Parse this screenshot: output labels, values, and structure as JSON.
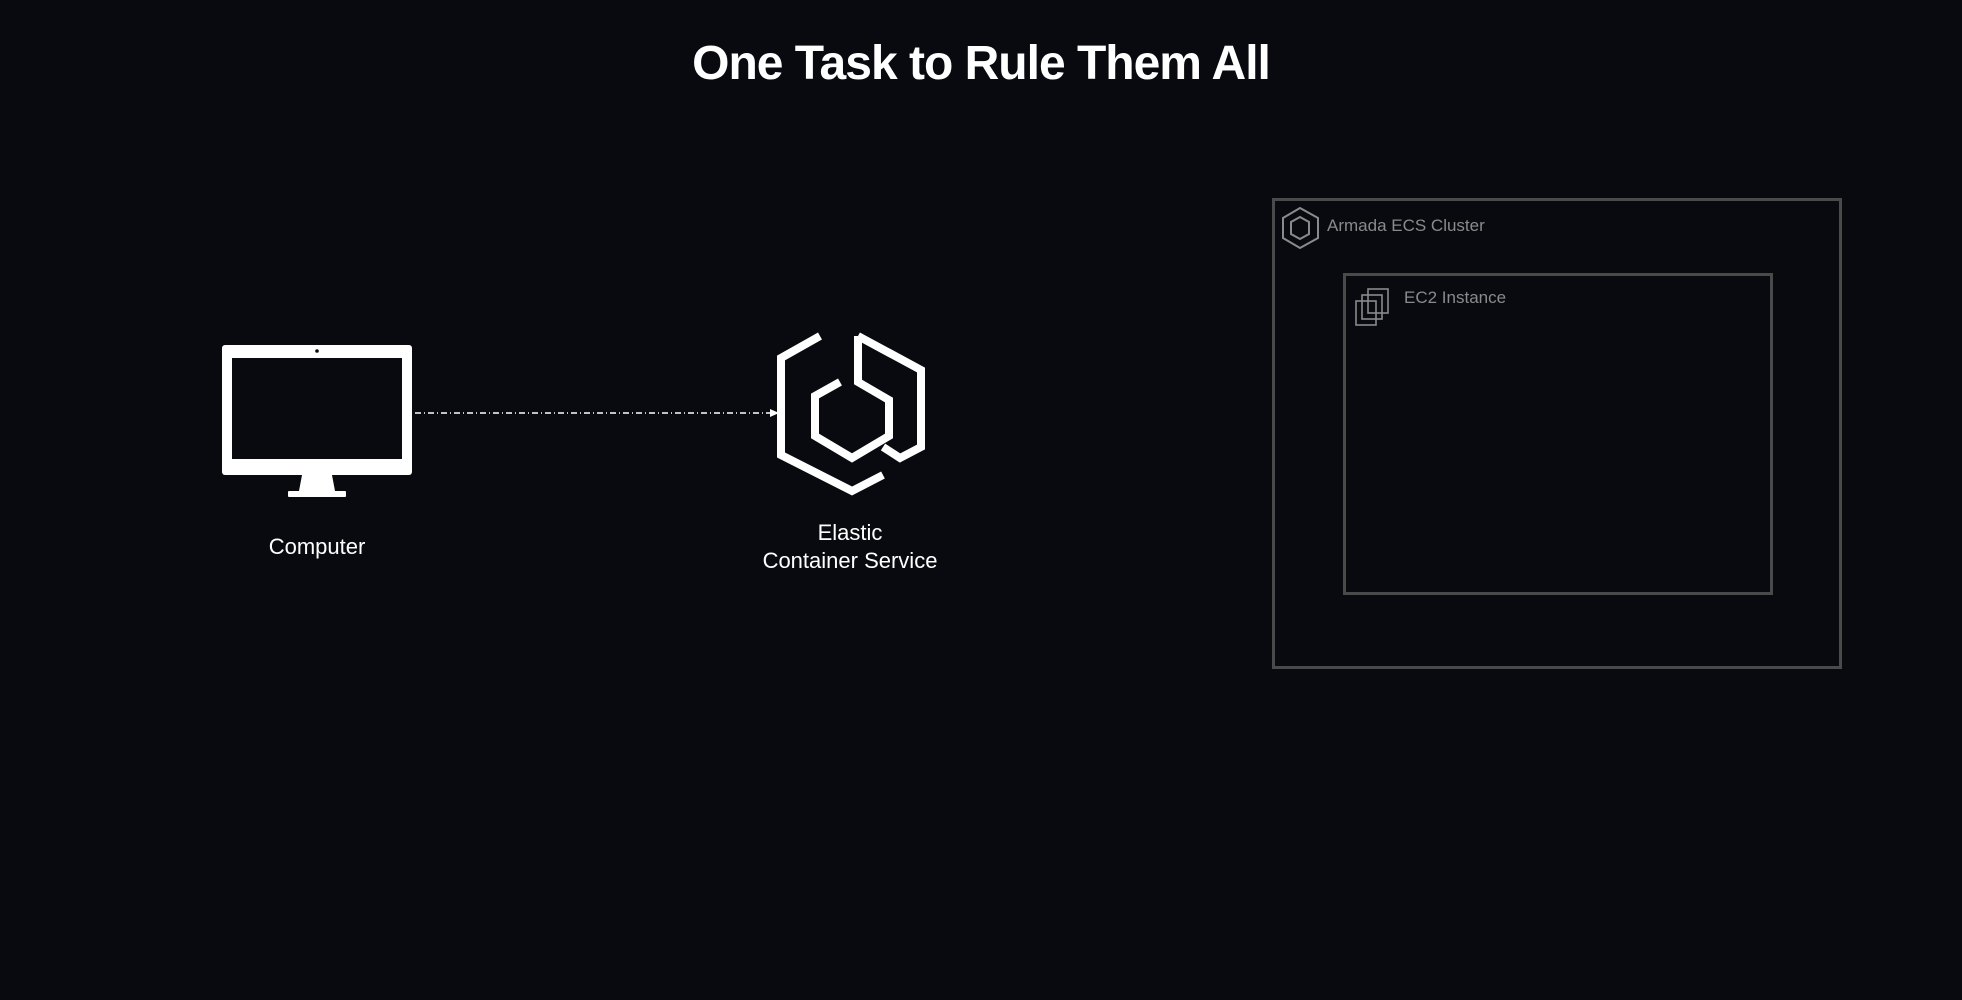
{
  "diagram": {
    "title": "One Task to Rule Them All",
    "nodes": {
      "computer": {
        "label": "Computer",
        "icon": "desktop-computer-icon"
      },
      "ecs": {
        "label_line1": "Elastic",
        "label_line2": "Container Service",
        "icon": "ecs-icon"
      }
    },
    "groups": {
      "cluster": {
        "label": "Armada ECS Cluster",
        "icon": "ecs-cluster-icon"
      },
      "instance": {
        "label": "EC2 Instance",
        "icon": "ec2-instance-icon"
      }
    },
    "edges": [
      {
        "from": "computer",
        "to": "ecs",
        "style": "dashed"
      }
    ],
    "colors": {
      "background": "#080a0f",
      "foreground": "#ffffff",
      "group_border": "#4a4a4a",
      "group_text": "#8a8a8a"
    }
  }
}
